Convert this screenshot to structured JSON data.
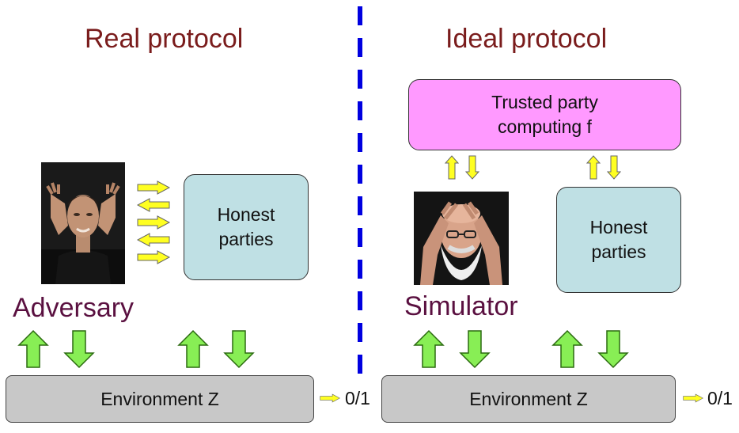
{
  "real": {
    "title": "Real protocol",
    "role_label": "Adversary",
    "honest_label": "Honest\nparties",
    "env_label": "Environment Z",
    "output_label": "0/1"
  },
  "ideal": {
    "title": "Ideal protocol",
    "role_label": "Simulator",
    "trusted_label": "Trusted party\ncomputing f",
    "honest_label": "Honest\nparties",
    "env_label": "Environment Z",
    "output_label": "0/1"
  },
  "colors": {
    "title": "#7a1c1c",
    "role": "#5a1040",
    "honest_fill": "#bfe0e4",
    "trusted_fill": "#ff99ff",
    "env_fill": "#c8c8c8",
    "big_arrow": "#88ee55",
    "small_arrow": "#ffff22",
    "divider": "#0000e0"
  },
  "icons": {
    "adversary_photo": "man-hands-at-temples-photo",
    "simulator_photo": "bearded-man-hands-on-head-photo"
  }
}
